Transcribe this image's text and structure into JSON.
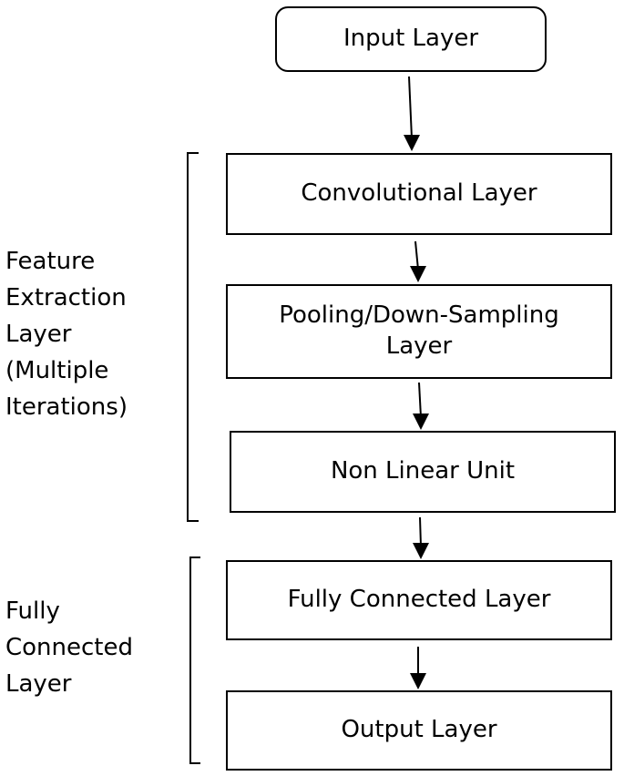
{
  "nodes": {
    "input": {
      "label": "Input Layer"
    },
    "conv": {
      "label": "Convolutional Layer"
    },
    "pooling": {
      "label": "Pooling/Down-Sampling\nLayer"
    },
    "nonlinear": {
      "label": "Non Linear Unit"
    },
    "fully_connected": {
      "label": "Fully Connected Layer"
    },
    "output": {
      "label": "Output Layer"
    }
  },
  "groups": {
    "feature_extraction": {
      "label": "Feature\nExtraction\nLayer\n(Multiple\nIterations)"
    },
    "fully_connected": {
      "label": "Fully\nConnected\nLayer"
    }
  },
  "edges": [
    {
      "from": "input",
      "to": "conv"
    },
    {
      "from": "conv",
      "to": "pooling"
    },
    {
      "from": "pooling",
      "to": "nonlinear"
    },
    {
      "from": "nonlinear",
      "to": "fully_connected"
    },
    {
      "from": "fully_connected",
      "to": "output"
    }
  ]
}
